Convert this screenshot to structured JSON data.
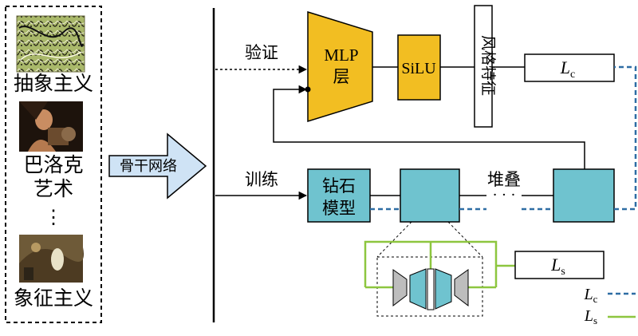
{
  "styles": {
    "abstract_label": "抽象主义",
    "baroque_label_line1": "巴洛克",
    "baroque_label_line2": "艺术",
    "ellipsis": "⋮",
    "symbolism_label": "象征主义"
  },
  "backbone": {
    "label": "骨干网络"
  },
  "branches": {
    "validate_label": "验证",
    "train_label": "训练"
  },
  "mlp": {
    "line1": "MLP",
    "line2": "层"
  },
  "silu": {
    "label": "SiLU"
  },
  "style_feature": {
    "label": "风格特征"
  },
  "diamond": {
    "line1": "钻石",
    "line2": "模型"
  },
  "stack": {
    "label": "堆叠"
  },
  "loss_c": {
    "symbol": "L",
    "subscript": "c"
  },
  "loss_s": {
    "symbol": "L",
    "subscript": "s"
  },
  "legend": {
    "lc_symbol": "L",
    "lc_sub": "c",
    "ls_symbol": "L",
    "ls_sub": "s"
  },
  "colors": {
    "mlp_fill": "#F2BE22",
    "teal_fill": "#6FC3CF",
    "arrow_fill": "#CFE3F5",
    "lc_line": "#2E6DA4",
    "ls_line": "#8DC63F",
    "gray_shape": "#BDBDBD"
  }
}
